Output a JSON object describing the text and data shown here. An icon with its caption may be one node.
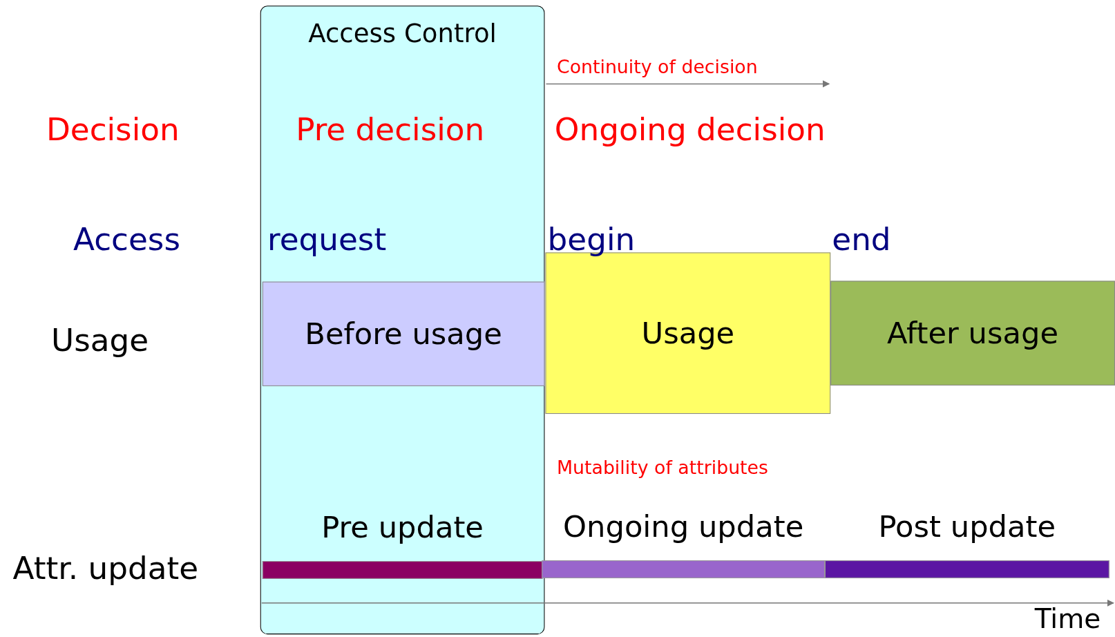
{
  "diagram": {
    "nodes": [
      {
        "text": [
          "Access Control"
        ]
      },
      {
        "text": [
          "Before usage"
        ],
        "in": 0
      },
      {
        "text": [
          "Usage"
        ]
      },
      {
        "text": [
          "After usage"
        ]
      },
      {
        "text": [
          "Pre update"
        ],
        "in": 0
      },
      {
        "text": [
          "Ongoing update"
        ]
      },
      {
        "text": [
          "Post update"
        ]
      }
    ],
    "edges": [],
    "labels": [
      "Continuity of decision",
      "Decision",
      "Pre decision",
      "Ongoing decision",
      "Access",
      "request",
      "begin",
      "end",
      "Usage",
      "Mutability of attributes",
      "Attr. update",
      "Time"
    ]
  }
}
